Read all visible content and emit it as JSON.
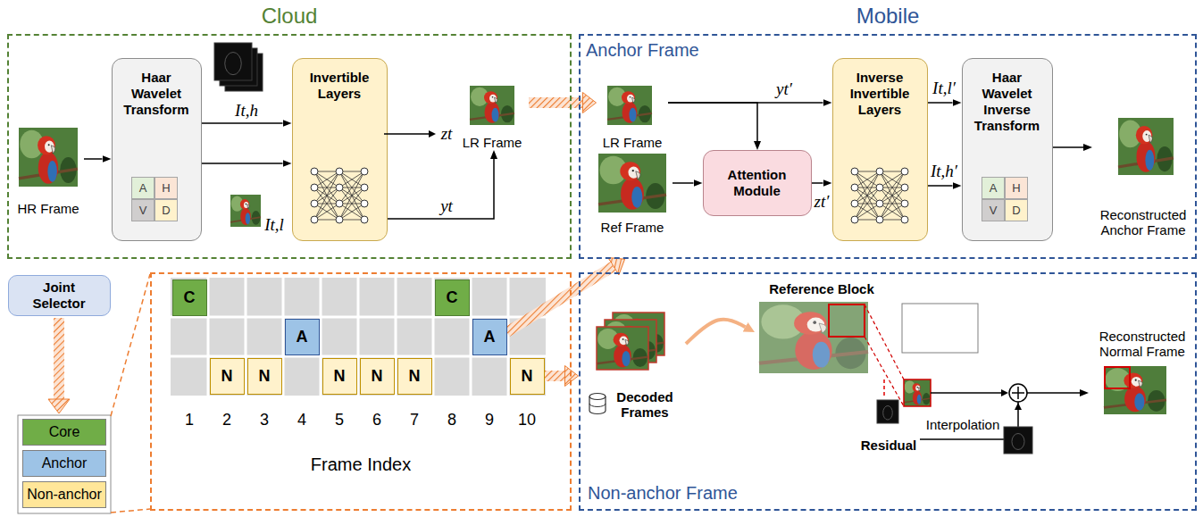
{
  "diagram": {
    "nodes": [
      {
        "text": [
          "Cloud"
        ]
      },
      {
        "text": [
          "HR Frame"
        ],
        "in": 0
      },
      {
        "text": [
          "Haar Wavelet Transform"
        ],
        "in": 0
      },
      {
        "text": [
          "A"
        ],
        "in": 2
      },
      {
        "text": [
          "H"
        ],
        "in": 2
      },
      {
        "text": [
          "V"
        ],
        "in": 2
      },
      {
        "text": [
          "D"
        ],
        "in": 2
      },
      {
        "text": [
          "Invertible Layers"
        ],
        "in": 0
      },
      {
        "text": [
          "LR Frame"
        ],
        "in": 0
      },
      {
        "text": [
          "Mobile",
          "Anchor Frame"
        ]
      },
      {
        "text": [
          "LR Frame"
        ],
        "in": 9
      },
      {
        "text": [
          "Ref Frame"
        ],
        "in": 9
      },
      {
        "text": [
          "Attention Module"
        ],
        "in": 9
      },
      {
        "text": [
          "Inverse Invertible Layers"
        ],
        "in": 9
      },
      {
        "text": [
          "Haar Wavelet Inverse Transform"
        ],
        "in": 9
      },
      {
        "text": [
          "A"
        ],
        "in": 14
      },
      {
        "text": [
          "H"
        ],
        "in": 14
      },
      {
        "text": [
          "V"
        ],
        "in": 14
      },
      {
        "text": [
          "D"
        ],
        "in": 14
      },
      {
        "text": [
          "Reconstructed Anchor Frame"
        ],
        "in": 9
      },
      {
        "text": [
          "Joint Selector"
        ]
      },
      {
        "text": [
          "Frame Index"
        ]
      },
      {
        "text": [
          "C"
        ],
        "in": 21
      },
      {
        "text": [
          "C"
        ],
        "in": 21
      },
      {
        "text": [
          "A"
        ],
        "in": 21
      },
      {
        "text": [
          "A"
        ],
        "in": 21
      },
      {
        "text": [
          "N"
        ],
        "in": 21
      },
      {
        "text": [
          "N"
        ],
        "in": 21
      },
      {
        "text": [
          "N"
        ],
        "in": 21
      },
      {
        "text": [
          "N"
        ],
        "in": 21
      },
      {
        "text": [
          "N"
        ],
        "in": 21
      },
      {
        "text": [
          "N"
        ],
        "in": 21
      },
      {
        "text": [
          "Non-anchor Frame"
        ]
      },
      {
        "text": [
          "Decoded Frames"
        ],
        "in": 32
      },
      {
        "text": [
          "Reference Block"
        ],
        "in": 32
      },
      {
        "text": [
          "Residual"
        ],
        "in": 32
      },
      {
        "text": [
          "Reconstructed Normal Frame"
        ],
        "in": 32
      }
    ],
    "edges": [
      {
        "from": 1,
        "to": 2,
        "arrow": "to"
      },
      {
        "from": 2,
        "to": 7,
        "label": "It,h",
        "arrow": "to"
      },
      {
        "from": 2,
        "to": 7,
        "label": "It,l",
        "arrow": "to"
      },
      {
        "from": 7,
        "to": 8,
        "label": "yt",
        "arrow": "to"
      },
      {
        "from": 8,
        "to": 10,
        "arrow": "to"
      },
      {
        "from": 10,
        "to": 13,
        "label": "yt′",
        "arrow": "to"
      },
      {
        "from": 10,
        "to": 12,
        "arrow": "to"
      },
      {
        "from": 11,
        "to": 12,
        "arrow": "to"
      },
      {
        "from": 12,
        "to": 13,
        "label": "zt′",
        "arrow": "to"
      },
      {
        "from": 13,
        "to": 14,
        "label": "It,l′",
        "arrow": "to"
      },
      {
        "from": 13,
        "to": 14,
        "label": "It,h′",
        "arrow": "to"
      },
      {
        "from": 14,
        "to": 19,
        "arrow": "to"
      },
      {
        "from": 25,
        "to": 9,
        "arrow": "to"
      },
      {
        "from": 31,
        "to": 32,
        "arrow": "to"
      },
      {
        "from": 33,
        "to": 34,
        "arrow": "to"
      },
      {
        "from": 34,
        "to": 35,
        "arrow": "none"
      },
      {
        "from": 35,
        "to": 36,
        "label": "Interpolation",
        "arrow": "to"
      }
    ],
    "labels": [
      "zt",
      "1",
      "2",
      "3",
      "4",
      "5",
      "6",
      "7",
      "8",
      "9",
      "10"
    ],
    "legend": [
      {
        "text": "Core",
        "color": "#70ad47"
      },
      {
        "text": "Anchor",
        "color": "#9dc3e6"
      },
      {
        "text": "Non-anchor",
        "color": "#ffe699"
      }
    ]
  }
}
